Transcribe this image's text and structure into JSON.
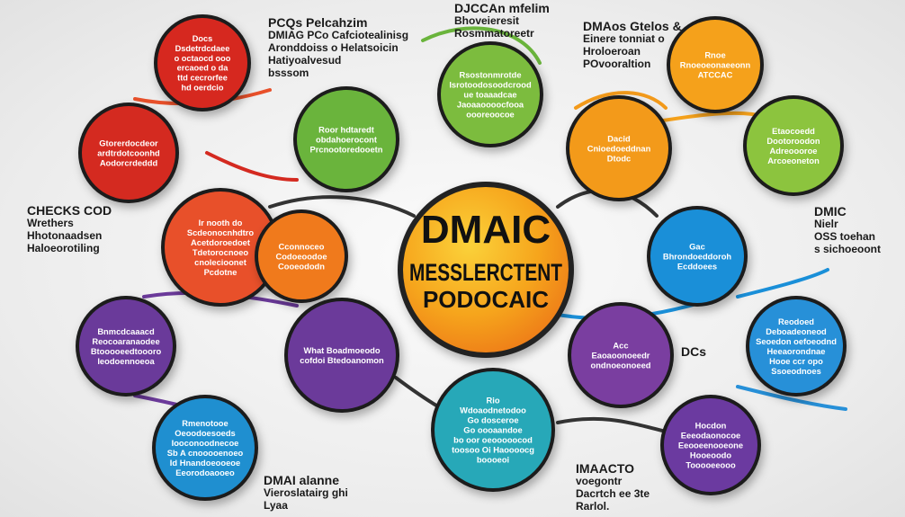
{
  "center": {
    "title": "DMAIC",
    "line2": "MESSLERCTENT",
    "line3": "PODOCAIC",
    "color": "#f2a21a"
  },
  "nodes": [
    {
      "id": "red-top",
      "color": "#d6281f",
      "lines": [
        "Docs",
        "Dsdetrdcdaee",
        "o octaocd ooo",
        "ercaoed o da",
        "ttd cecrorfee",
        "hd oerdcio"
      ]
    },
    {
      "id": "red-left",
      "color": "#d42a20",
      "lines": [
        "Gtorerdocdeor",
        "ardtrdotcoonhd",
        "Aodorcrdeddd"
      ]
    },
    {
      "id": "orange-red",
      "color": "#e8502a",
      "lines": [
        "Ir nooth do",
        "Scdeonocnhdtro",
        "Acetdoroedoet",
        "Tdetorocnoeo",
        "cnolecioonet",
        "Pcdotne"
      ]
    },
    {
      "id": "orange-small",
      "color": "#f07a1c",
      "lines": [
        "Cconnoceo",
        "Codoeoodoe",
        "Cooeododn"
      ]
    },
    {
      "id": "green-left",
      "color": "#6ab43c",
      "lines": [
        "Roor hdtaredt",
        "obdahoerocont",
        "Prcnootoredooetn"
      ]
    },
    {
      "id": "green-top",
      "color": "#7cbc3e",
      "lines": [
        "Rsostonmrotde",
        "Isrotoodosoodcrood",
        "ue toaaadcae",
        "Jaoaaoooocfooa",
        "oooreoocoe"
      ]
    },
    {
      "id": "orange-mid",
      "color": "#f39a1a",
      "lines": [
        "Dacid",
        "Cnioedoeddnan",
        "Dtodc"
      ]
    },
    {
      "id": "orange-top",
      "color": "#f5a11b",
      "lines": [
        "Rnoe",
        "Rnoeoeonaeeonn",
        "ATCCAC"
      ]
    },
    {
      "id": "green-right",
      "color": "#8cc43e",
      "lines": [
        "Etaocoedd",
        "Dootoroodon",
        "Adreoooroe",
        "Arcoeoneton"
      ]
    },
    {
      "id": "blue-right",
      "color": "#1a8fd8",
      "lines": [
        "Gac",
        "Bhrondoeddoroh",
        "Ecddoees"
      ]
    },
    {
      "id": "blue-far-right",
      "color": "#2790d8",
      "lines": [
        "Reodoed",
        "Deboadeoneod",
        "Seoedon oefoeodnd",
        "Heeaorondnae",
        "Hooe ccr opo",
        "Ssoeodnoes"
      ]
    },
    {
      "id": "purple-right",
      "color": "#7a3ea0",
      "lines": [
        "Acc",
        "Eaoaoonoeedr",
        "ondnoeonoeed"
      ]
    },
    {
      "id": "purple-left",
      "color": "#6b3a9a",
      "lines": [
        "What Boadmoeodo",
        "cofdoi Btedoanomon"
      ]
    },
    {
      "id": "purple-far-left",
      "color": "#6a3a9a",
      "lines": [
        "Bnmcdcaaacd",
        "Reocoaranaodee",
        "Btooooeedtoooro",
        "Ieodoennoeoa"
      ]
    },
    {
      "id": "blue-bottom-left",
      "color": "#1f8fd0",
      "lines": [
        "Rmenotooe",
        "Oeoodoesoeds",
        "Iooconoodnecoe",
        "Sb A cnooooenoeo",
        "Id Hnandoeooeoe",
        "Eeorodoaooeo"
      ]
    },
    {
      "id": "teal-bottom",
      "color": "#27a8b8",
      "lines": [
        "Rio",
        "Wdoaodnetodoo",
        "Go dosceroe",
        "Go oooaandoe",
        "bo oor oeooooocod",
        "toosoo Oi Haoooocg",
        "boooeoi"
      ]
    },
    {
      "id": "purple-bottom-right",
      "color": "#6b3aa0",
      "lines": [
        "Hocdon",
        "Eeeodaonocoe",
        "Eeooeenooeone",
        "Hooeoodo",
        "Tooooeeooo"
      ]
    }
  ],
  "labels": [
    {
      "id": "pcqs",
      "lines": [
        "PCQs Pelcahzim",
        "DMIAG PCo Cafciotealinisg",
        "Aronddoiss o Helatsoicin",
        "Hatiyoalvesud",
        "bsssom"
      ]
    },
    {
      "id": "djccan",
      "lines": [
        "DJCCAn mfelim",
        "Bhoveieresit",
        "Rosmmatoreetr"
      ]
    },
    {
      "id": "dmaos",
      "lines": [
        "DMAos Gtelos &",
        "Einere tonniat o",
        "Hroloeroan",
        "POvooraltion"
      ]
    },
    {
      "id": "checks",
      "lines": [
        "CHECKS  COD",
        "Wrethers",
        "Hhotonaadsen",
        "Haloeorotiling"
      ]
    },
    {
      "id": "dmic",
      "lines": [
        "DMIC",
        "Nielr",
        "OSS toehan",
        "s sichoeoont"
      ]
    },
    {
      "id": "dcs",
      "lines": [
        "DCs"
      ]
    },
    {
      "id": "dmai",
      "lines": [
        "DMAI alanne",
        "Vieroslatairg ghi",
        "Lyaa"
      ]
    },
    {
      "id": "imaacto",
      "lines": [
        "IMAACTO",
        "voegontr",
        "Dacrtch  ee 3te",
        "Rarlol."
      ]
    }
  ]
}
